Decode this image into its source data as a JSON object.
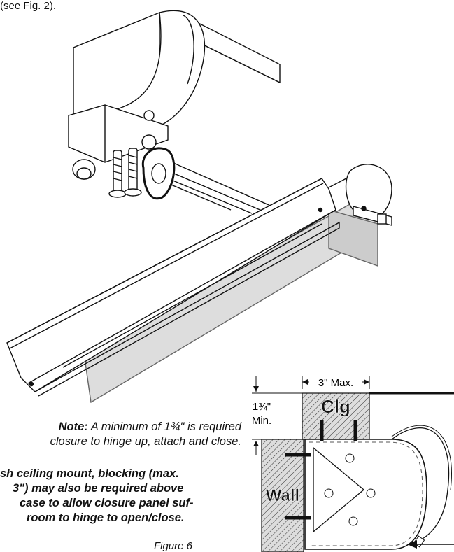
{
  "top_fragment": "(see Fig. 2).",
  "note": {
    "label": "Note:",
    "line1_rest": " A minimum of 1¾\" is required",
    "line2": "closure to hinge up, attach and close."
  },
  "flush_text": [
    "sh ceiling mount, blocking (max.",
    "3\") may also be required above",
    " case to allow closure panel suf-",
    "room to hinge to open/close."
  ],
  "figure_caption": "Figure 6",
  "diagram": {
    "dim_width": "3\" Max.",
    "dim_height_line1": "1¾\"",
    "dim_height_line2": "Min.",
    "ceiling_label": "Clg",
    "wall_label": "Wall"
  }
}
